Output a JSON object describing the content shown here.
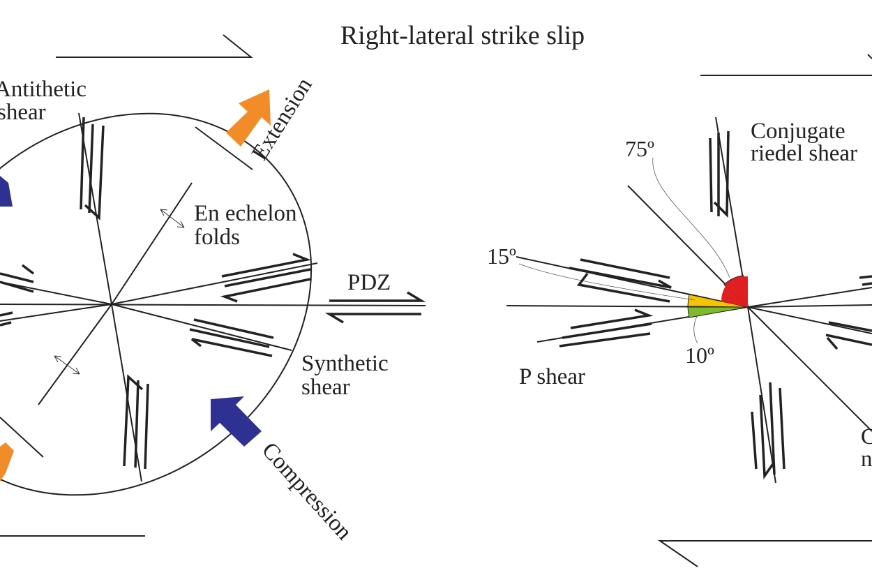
{
  "title": "Right-lateral strike slip",
  "left_diagram": {
    "labels": {
      "antithetic_line1": "Antithetic",
      "antithetic_line2": "shear",
      "extension": "Extension",
      "folds_line1": "En echelon",
      "folds_line2": "folds",
      "pdz": "PDZ",
      "synthetic_line1": "Synthetic",
      "synthetic_line2": "shear",
      "compression": "Compression"
    }
  },
  "right_diagram": {
    "labels": {
      "conjugate_line1": "Conjugate",
      "conjugate_line2": "riedel shear",
      "angle_75": "75º",
      "angle_15": "15º",
      "angle_10": "10º",
      "p_shear": "P shear",
      "cut_line1": "C",
      "cut_line2": "n"
    }
  },
  "colors": {
    "extension_arrow": "#F28C28",
    "compression_arrow": "#2E3192",
    "angle_75_wedge": "#E02020",
    "angle_15_wedge": "#F5C400",
    "angle_10_wedge": "#7DBB2A"
  }
}
